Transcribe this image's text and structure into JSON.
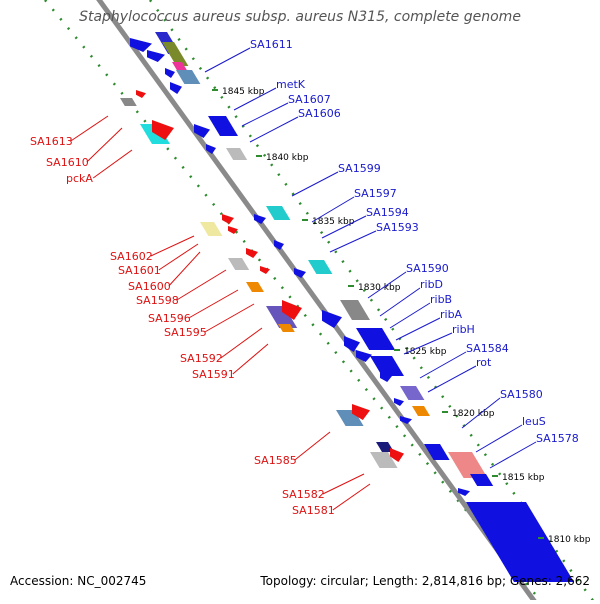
{
  "title": "Staphylococcus aureus subsp. aureus N315, complete genome",
  "footer": {
    "accession": "Accession: NC_002745",
    "summary": "Topology: circular; Length: 2,814,816 bp; Genes: 2,662"
  },
  "colors": {
    "backbone": "#8c8c8c",
    "forward_label": "#1a1acc",
    "reverse_label": "#dd1111",
    "dots": "#2e8b2e",
    "forward_gene": "#1010e0",
    "reverse_gene": "#ee1010"
  },
  "scale": {
    "unit": "kbp",
    "ticks": [
      "1845 kbp",
      "1840 kbp",
      "1835 kbp",
      "1830 kbp",
      "1825 kbp",
      "1820 kbp",
      "1815 kbp",
      "1810 kbp"
    ]
  },
  "forward_labels": [
    "SA1611",
    "metK",
    "SA1607",
    "SA1606",
    "SA1599",
    "SA1597",
    "SA1594",
    "SA1593",
    "SA1590",
    "ribD",
    "ribB",
    "ribA",
    "ribH",
    "SA1584",
    "rot",
    "SA1580",
    "leuS",
    "SA1578"
  ],
  "reverse_labels": [
    "SA1613",
    "SA1610",
    "pckA",
    "SA1602",
    "SA1601",
    "SA1600",
    "SA1598",
    "SA1596",
    "SA1595",
    "SA1592",
    "SA1591",
    "SA1585",
    "SA1582",
    "SA1581"
  ]
}
